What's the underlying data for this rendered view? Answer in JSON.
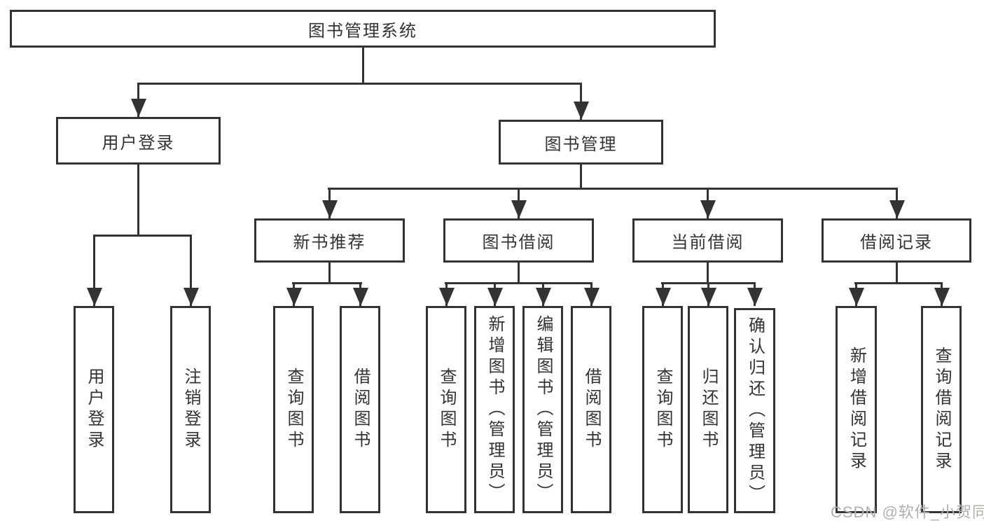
{
  "diagram": {
    "type": "hierarchy-diagram",
    "root": {
      "label": "图书管理系统"
    },
    "branches": [
      {
        "label": "用户登录",
        "children": [
          "用户登录",
          "注销登录"
        ]
      },
      {
        "label": "图书管理",
        "children": [
          {
            "label": "新书推荐",
            "children": [
              "查询图书",
              "借阅图书"
            ]
          },
          {
            "label": "图书借阅",
            "children": [
              "查询图书",
              "新增图书（管理员）",
              "编辑图书（管理员）",
              "借阅图书"
            ]
          },
          {
            "label": "当前借阅",
            "children": [
              "查询图书",
              "归还图书",
              "确认归还（管理员）"
            ]
          },
          {
            "label": "借阅记录",
            "children": [
              "新增借阅记录",
              "查询借阅记录"
            ]
          }
        ]
      }
    ],
    "watermark": "CSDN @软件_小贺同学",
    "colors": {
      "line": "#333333",
      "box_border": "#333333",
      "text": "#333333",
      "watermark": "#b2b0af",
      "background": "#ffffff"
    }
  }
}
